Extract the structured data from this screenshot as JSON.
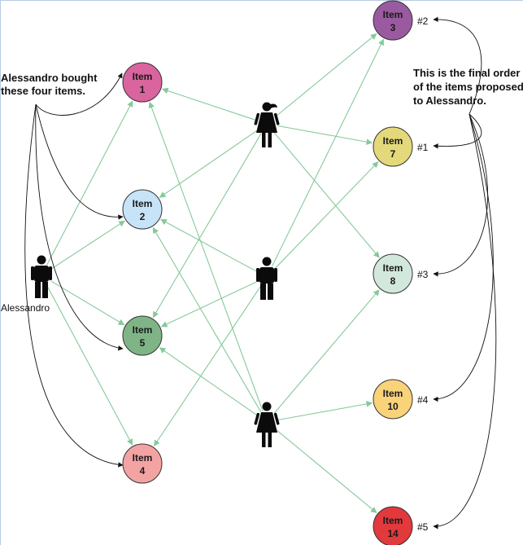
{
  "items": [
    {
      "id": "1",
      "title": "Item",
      "number": "1",
      "color": "#d9649e"
    },
    {
      "id": "2",
      "title": "Item",
      "number": "2",
      "color": "#c6e3f8"
    },
    {
      "id": "5",
      "title": "Item",
      "number": "5",
      "color": "#7fb586"
    },
    {
      "id": "4",
      "title": "Item",
      "number": "4",
      "color": "#f4a3a3"
    },
    {
      "id": "3",
      "title": "Item",
      "number": "3",
      "color": "#9a5aa0"
    },
    {
      "id": "7",
      "title": "Item",
      "number": "7",
      "color": "#e4d97a"
    },
    {
      "id": "8",
      "title": "Item",
      "number": "8",
      "color": "#d3e8dc"
    },
    {
      "id": "10",
      "title": "Item",
      "number": "10",
      "color": "#f9d27a"
    },
    {
      "id": "14",
      "title": "Item",
      "number": "14",
      "color": "#e2393d"
    }
  ],
  "ranks": [
    {
      "item": "3",
      "label": "#2"
    },
    {
      "item": "7",
      "label": "#1"
    },
    {
      "item": "8",
      "label": "#3"
    },
    {
      "item": "10",
      "label": "#4"
    },
    {
      "item": "14",
      "label": "#5"
    }
  ],
  "user_label": "Alessandro",
  "callout_left": [
    "Alessandro bought",
    "these four items."
  ],
  "callout_right": [
    "This is the final order",
    "of the items proposed",
    "to Alessandro."
  ],
  "edge_color": "#86c99a"
}
